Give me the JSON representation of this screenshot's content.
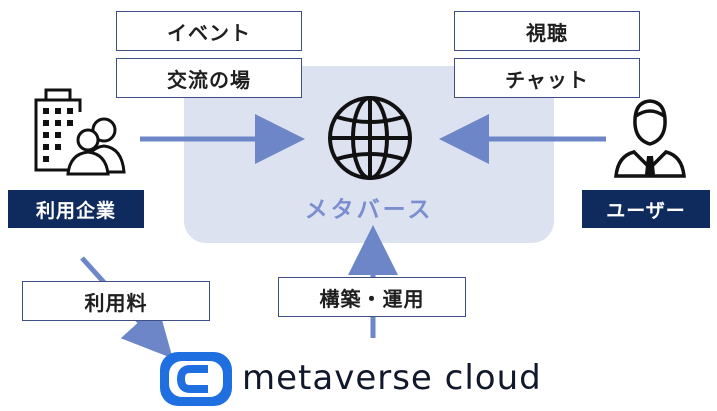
{
  "center": {
    "label": "メタバース"
  },
  "features_left": [
    "イベント",
    "交流の場"
  ],
  "features_right": [
    "視聴",
    "チャット"
  ],
  "actors": {
    "company": "利用企業",
    "user": "ユーザー"
  },
  "flows": {
    "fee": "利用料",
    "build": "構築・運用"
  },
  "brand": {
    "text": "metaverse cloud"
  },
  "colors": {
    "panel": "#dde2f1",
    "arrow": "#6d86c8",
    "badge": "#0f2a5c",
    "box_border": "#3f4f86",
    "panel_text": "#7b8fd0"
  }
}
